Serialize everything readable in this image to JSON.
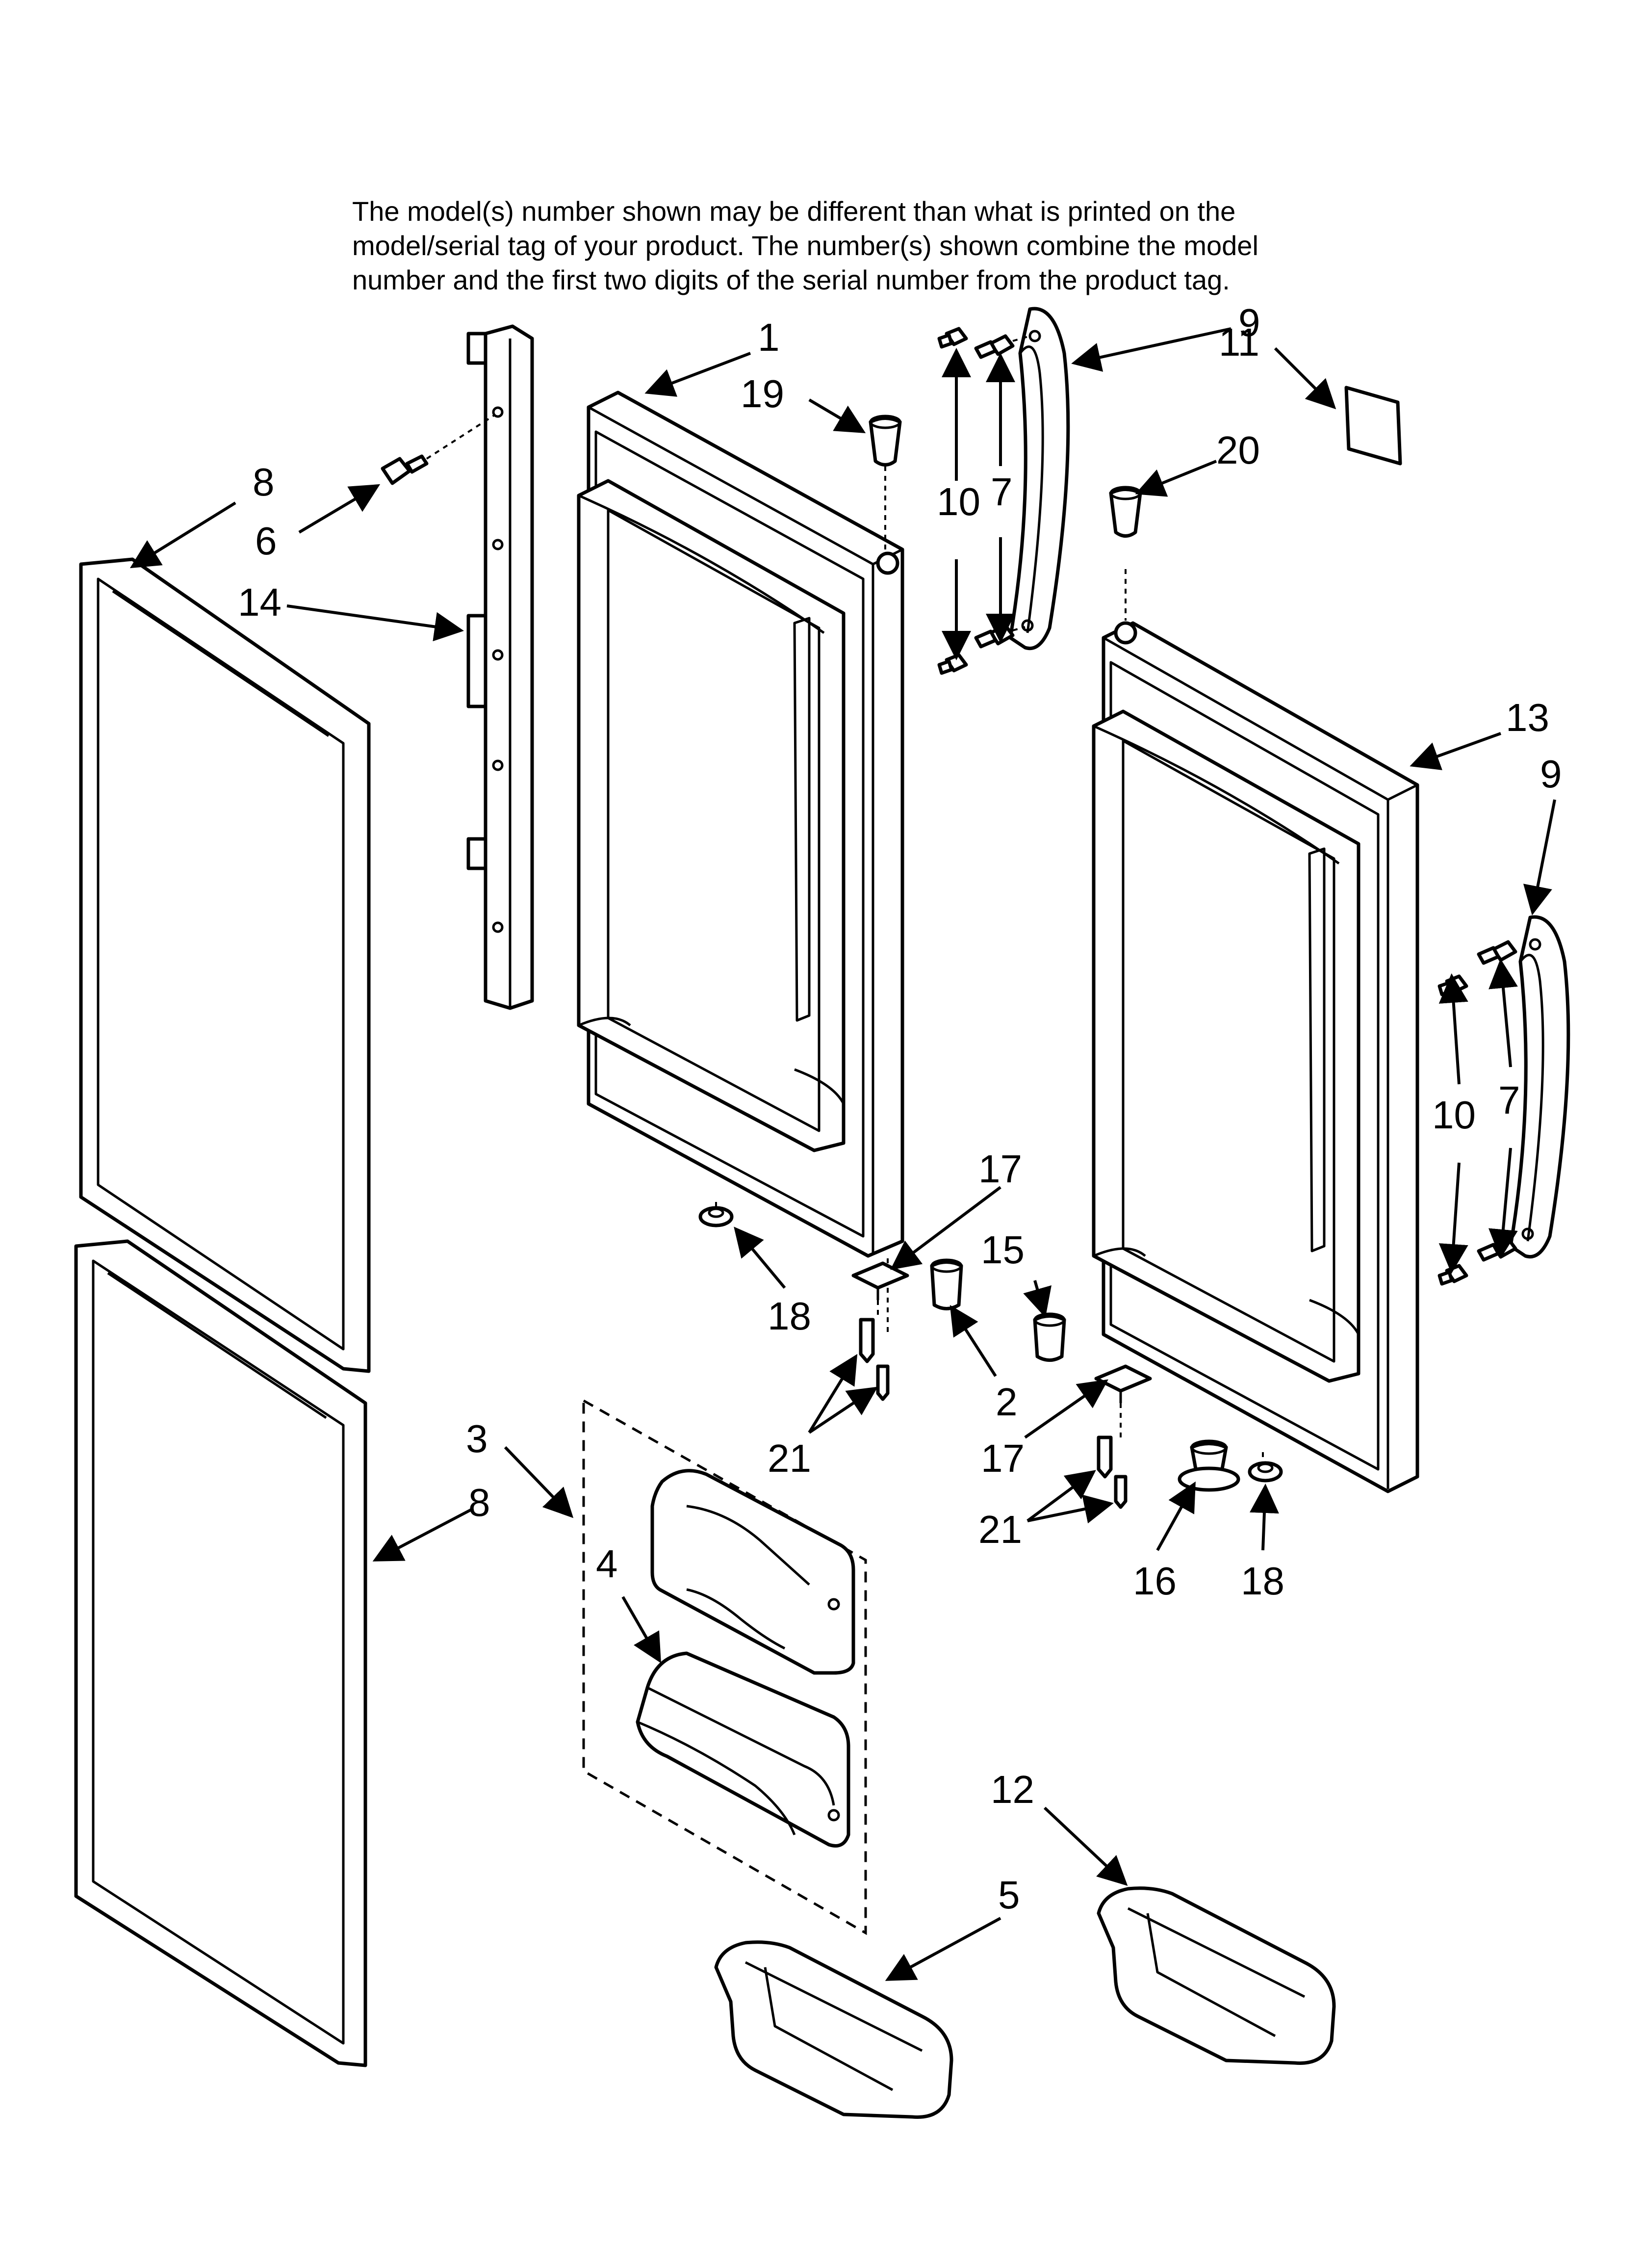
{
  "notice": {
    "line1": "The model(s) number shown may be different than what is printed on the",
    "line2": "model/serial tag of your product. The number(s) shown combine the model",
    "line3": "number and the first two digits of the serial number from the product tag."
  },
  "callouts": {
    "c1": "1",
    "c2": "2",
    "c3": "3",
    "c4": "4",
    "c5": "5",
    "c6": "6",
    "c7a": "7",
    "c7b": "7",
    "c8a": "8",
    "c8b": "8",
    "c9a": "9",
    "c9b": "9",
    "c10a": "10",
    "c10b": "10",
    "c11": "11",
    "c12": "12",
    "c13": "13",
    "c14": "14",
    "c15": "15",
    "c16": "16",
    "c17a": "17",
    "c17b": "17",
    "c18a": "18",
    "c18b": "18",
    "c19": "19",
    "c20": "20",
    "c21a": "21",
    "c21b": "21"
  }
}
